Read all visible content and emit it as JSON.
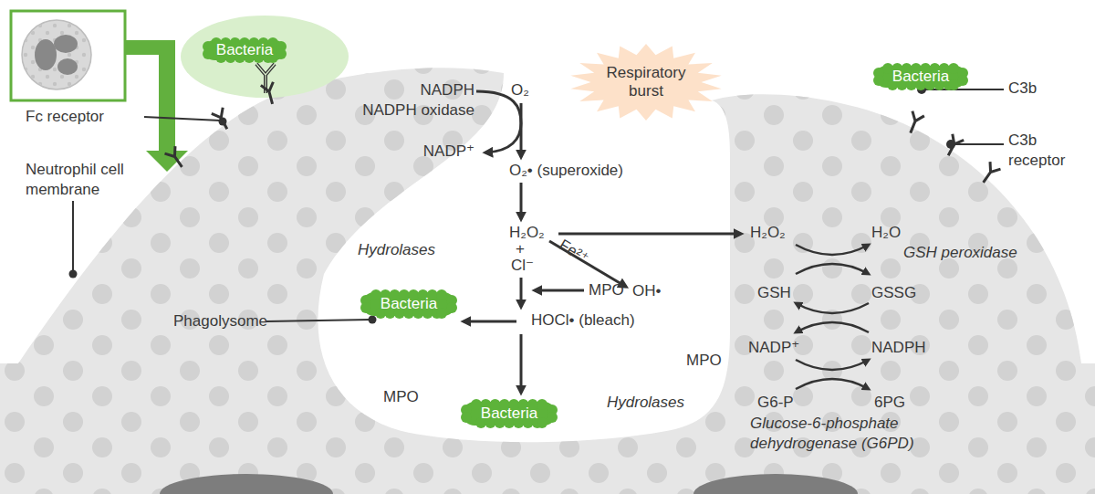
{
  "diagram": {
    "nodes": [
      {
        "text": [
          "Bacteria"
        ]
      },
      {
        "text": [
          "Respiratory burst"
        ]
      },
      {
        "text": [
          "Bacteria"
        ]
      },
      {
        "text": [
          "Bacteria"
        ]
      },
      {
        "text": [
          "Bacteria"
        ]
      }
    ],
    "labels": [
      "Fc receptor",
      "Neutrophil cell membrane",
      "NADPH",
      "NADPH oxidase",
      "NADP⁺",
      "O₂",
      "O₂• (superoxide)",
      "C3b",
      "C3b receptor",
      "H₂O₂",
      "+",
      "Cl⁻",
      "Fe²⁺",
      "OH•",
      "Hydrolases",
      "H₂O₂",
      "H₂O",
      "GSH peroxidase",
      "GSH",
      "GSSG",
      "MPO",
      "Phagolysome",
      "HOCl• (bleach)",
      "NADP⁺",
      "NADPH",
      "MPO",
      "MPO",
      "Hydrolases",
      "G6-P",
      "6PG",
      "Glucose-6-phosphate dehydrogenase (G6PD)"
    ]
  }
}
